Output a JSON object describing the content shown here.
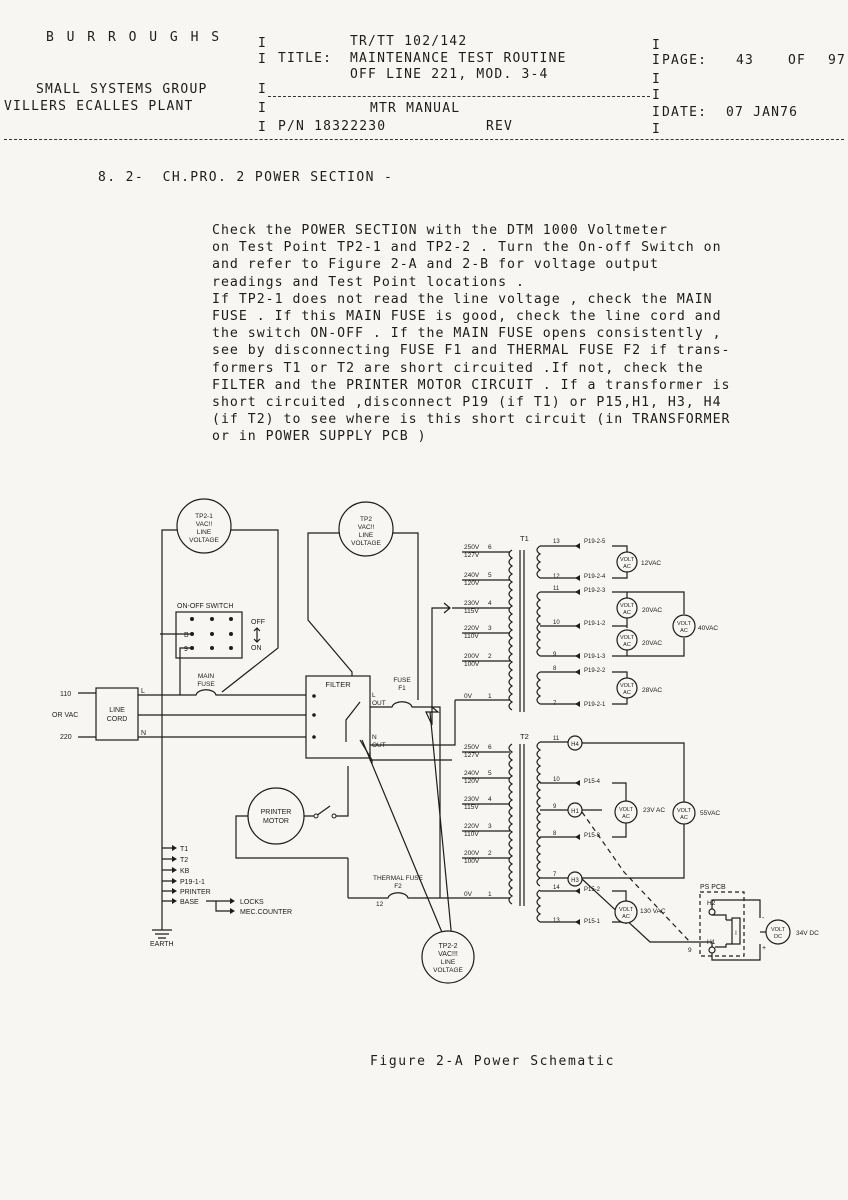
{
  "header": {
    "company": "B U R R O U G H S",
    "group": "SMALL SYSTEMS GROUP",
    "plant": "VILLERS ECALLES PLANT",
    "doc_code": "TR/TT     102/142",
    "title_label": "TITLE:",
    "title_line1": "MAINTENANCE TEST ROUTINE",
    "title_line2": "OFF LINE 221, MOD. 3-4",
    "manual": "MTR MANUAL",
    "part_no": "P/N 18322230",
    "rev_label": "REV",
    "page_label": "PAGE:",
    "page_no": "43",
    "of_label": "OF",
    "page_total": "97",
    "date_label": "DATE:",
    "date_value": "07 JAN76"
  },
  "section": {
    "number": "8. 2-",
    "title": "CH.PRO. 2  POWER SECTION -"
  },
  "body_lines": [
    "  Check the POWER SECTION with the DTM 1000  Voltmeter",
    " on Test Point TP2-1 and TP2-2 . Turn the On-off Switch on",
    " and refer  to  Figure  2-A  and  2-B   for voltage output",
    "readings and Test Point locations .",
    " If TP2-1 does not read the line voltage , check the MAIN",
    "FUSE . If this MAIN FUSE is good, check the line cord and",
    "the switch ON-OFF  . If the MAIN FUSE opens consistently ,",
    "see by disconnecting FUSE F1 and THERMAL FUSE F2 if trans-",
    "formers T1 or T2 are short circuited .If not, check the",
    "FILTER and the PRINTER MOTOR CIRCUIT . If a transformer is",
    "short circuited ,disconnect P19 (if T1) or P15,H1, H3, H4",
    "(if T2) to see where is this short circuit (in TRANSFORMER",
    "or in POWER SUPPLY PCB )"
  ],
  "schematic": {
    "tp2_1": [
      "TP2-1",
      "VAC!!",
      "LINE",
      "VOLTAGE"
    ],
    "tp2": [
      "TP2",
      "VAC!!",
      "LINE",
      "VOLTAGE"
    ],
    "tp2_2": [
      "TP2-2",
      "VAC!!!",
      "LINE",
      "VOLTAGE"
    ],
    "onoff_label": "ON-OFF SWITCH",
    "off": "OFF",
    "on": "ON",
    "sw_b": "B",
    "sw_9": "9",
    "main_fuse": [
      "MAIN",
      "FUSE"
    ],
    "filter": "FILTER",
    "fuse_f1": [
      "FUSE",
      "F1"
    ],
    "filter_l": "L",
    "filter_out": "OUT",
    "filter_n": "N",
    "line_cord": [
      "LINE",
      "CORD"
    ],
    "line_110": "110",
    "or_vac": "OR VAC",
    "line_220": "220",
    "lc_l": "L",
    "lc_n": "N",
    "printer_motor": [
      "PRINTER",
      "MOTOR"
    ],
    "thermal_fuse": [
      "THERMAL FUSE",
      "F2"
    ],
    "f2_pin": "12",
    "earth": "EARTH",
    "earth_list": [
      "T1",
      "T2",
      "KB",
      "P19-1-1",
      "PRINTER",
      "BASE"
    ],
    "locks": "LOCKS",
    "mec_counter": "MEC.COUNTER",
    "t1": "T1",
    "t2": "T2",
    "t1_taps": [
      {
        "v": "250V",
        "v2": "127V",
        "n": "6"
      },
      {
        "v": "240V",
        "v2": "120V",
        "n": "5"
      },
      {
        "v": "230V",
        "v2": "115V",
        "n": "4"
      },
      {
        "v": "220V",
        "v2": "110V",
        "n": "3"
      },
      {
        "v": "200V",
        "v2": "100V",
        "n": "2"
      },
      {
        "v": "0V",
        "v2": "",
        "n": "1"
      }
    ],
    "t2_taps": [
      {
        "v": "250V",
        "v2": "127V",
        "n": "6"
      },
      {
        "v": "240V",
        "v2": "120V",
        "n": "5"
      },
      {
        "v": "230V",
        "v2": "115V",
        "n": "4"
      },
      {
        "v": "220V",
        "v2": "110V",
        "n": "3"
      },
      {
        "v": "200V",
        "v2": "100V",
        "n": "2"
      },
      {
        "v": "0V",
        "v2": "",
        "n": "1"
      }
    ],
    "t1_sec_pins": [
      "13",
      "12",
      "11",
      "10",
      "9",
      "8",
      "7"
    ],
    "t1_pins": [
      "P19-2-5",
      "P19-2-4",
      "P19-2-3",
      "P19-1-2",
      "P19-1-3",
      "P19-2-2",
      "P19-2-1"
    ],
    "t1_volts": [
      "12VAC",
      "20VAC",
      "20VAC",
      "40VAC",
      "28VAC"
    ],
    "t2_sec_pins": [
      "11",
      "10",
      "9",
      "8",
      "7",
      "14",
      "13"
    ],
    "t2_pins": [
      "P15-4",
      "P15-3",
      "P15-2",
      "P15-1"
    ],
    "h_labels": [
      "H4",
      "H1",
      "H3"
    ],
    "t2_volts": [
      "23V AC",
      "55VAC",
      "130 VAC"
    ],
    "volt": "VOLT",
    "ac": "AC",
    "dc": "DC",
    "ps_pcb": "PS PCB",
    "pcb_h2": "H2",
    "pcb_h1": "H1",
    "pcb_9": "9",
    "dc_out": "34V DC"
  },
  "figure_caption": "Figure 2-A  Power Schematic"
}
